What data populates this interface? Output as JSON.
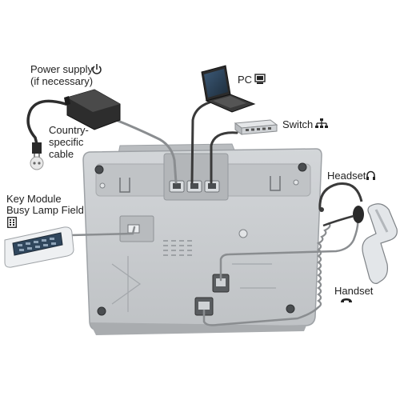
{
  "labels": {
    "power_supply_line1": "Power supply",
    "power_supply_line2": "(if necessary)",
    "cable_line1": "Country-",
    "cable_line2": "specific",
    "cable_line3": "cable",
    "pc": "PC",
    "switch": "Switch",
    "headset": "Headset",
    "key_module_line1": "Key Module",
    "key_module_line2": "Busy Lamp Field",
    "handset": "Handset"
  },
  "icons": {
    "power": "power-icon",
    "pc": "monitor-icon",
    "switch": "network-icon",
    "headset": "headset-icon",
    "key_module": "keypad-icon",
    "handset": "handset-icon"
  },
  "colors": {
    "phone_body": "#c8cbce",
    "phone_edge": "#9ea2a6",
    "cable_dark": "#3a3a3a",
    "cable_grey": "#8a8d90",
    "text": "#222222"
  }
}
